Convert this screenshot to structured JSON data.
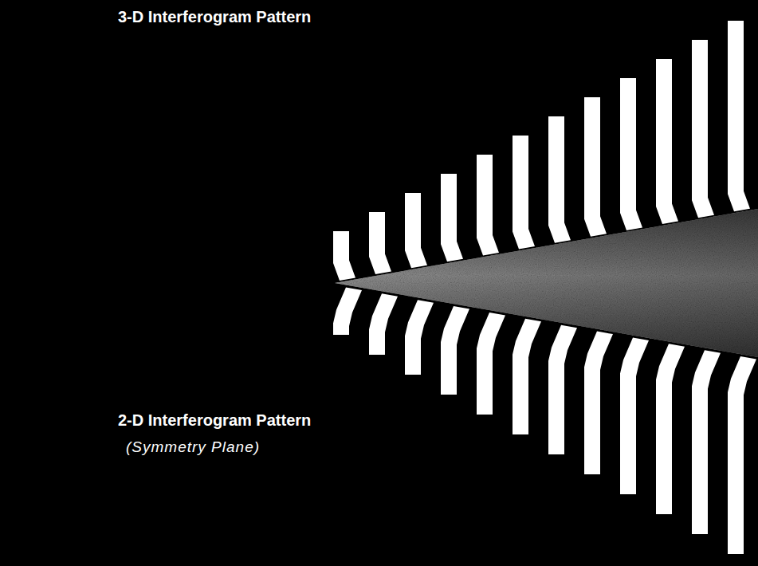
{
  "diagram": {
    "labels": [
      "3-D Interferogram Pattern",
      "2-D Interferogram Pattern",
      "(Symmetry Plane)"
    ]
  }
}
